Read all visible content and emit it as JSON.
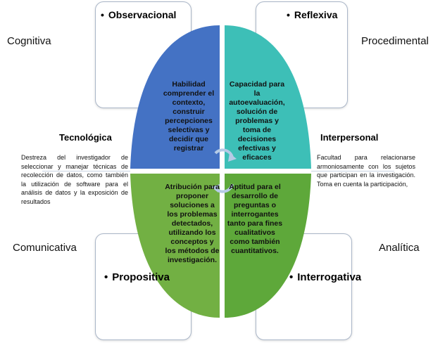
{
  "boxes": {
    "observacional": "Observacional",
    "reflexiva": "Reflexiva",
    "propositiva": "Propositiva",
    "interrogativa": "Interrogativa",
    "bullet": "•"
  },
  "outer_labels": {
    "cognitiva": "Cognitiva",
    "procedimental": "Procedimental",
    "comunicativa": "Comunicativa",
    "analitica": "Analítica"
  },
  "quadrants": {
    "top_left": "Habilidad comprender el contexto, construir percepciones selectivas y decidir que registrar",
    "top_right": "Capacidad para la autoevaluación, solución de problemas y toma de decisiones efectivas y eficaces",
    "bottom_left": "Atribución para proponer soluciones a los problemas detectados, utilizando los conceptos y los métodos de investigación.",
    "bottom_right": "Aptitud para el desarrollo de preguntas o interrogantes tanto para fines cualitativos como también cuantitativos."
  },
  "sides": {
    "tecnologica_title": "Tecnológica",
    "tecnologica_desc": "Destreza del investigador de seleccionar y manejar técnicas de recolección de datos, como también la utilización de software para el análisis de datos y la exposición de resultados",
    "interpersonal_title": "Interpersonal",
    "interpersonal_desc": "Facultad para relacionarse armoniosamente con los sujetos que participan en la investigación. Toma en cuenta la participación,"
  },
  "colors": {
    "blue": "#4472c4",
    "teal": "#3dbfb7",
    "green_left": "#72b043",
    "green_right": "#5ea83a",
    "line": "#c9d3e3"
  }
}
